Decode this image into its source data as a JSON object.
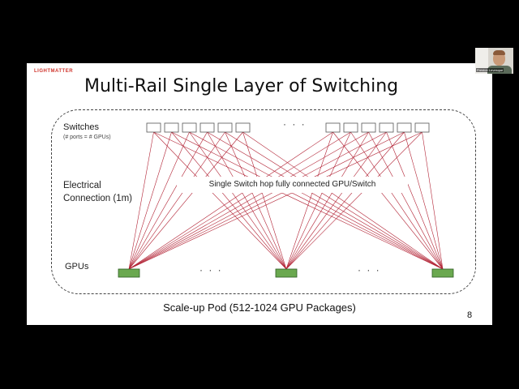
{
  "slide": {
    "logo": "LIGHTMATTER",
    "title": "Multi-Rail Single Layer of Switching",
    "labels": {
      "switches": "Switches",
      "ports_note": "(# ports = # GPUs)",
      "electrical": "Electrical Connection (1m)",
      "gpus": "GPUs"
    },
    "hop_label": "Single Switch hop fully connected GPU/Switch",
    "ellipsis": "· · ·",
    "caption": "Scale-up Pod (512-1024 GPU Packages)",
    "page_number": "8"
  },
  "diagram": {
    "switch_groups": 2,
    "switches_per_group": 6,
    "gpu_count": 3,
    "colors": {
      "wire": "#b22234",
      "gpu_fill": "#6aa84f",
      "gpu_stroke": "#2e5e24",
      "switch_stroke": "#555555"
    }
  },
  "webcam": {
    "name_tag": "Preston Levesque"
  }
}
